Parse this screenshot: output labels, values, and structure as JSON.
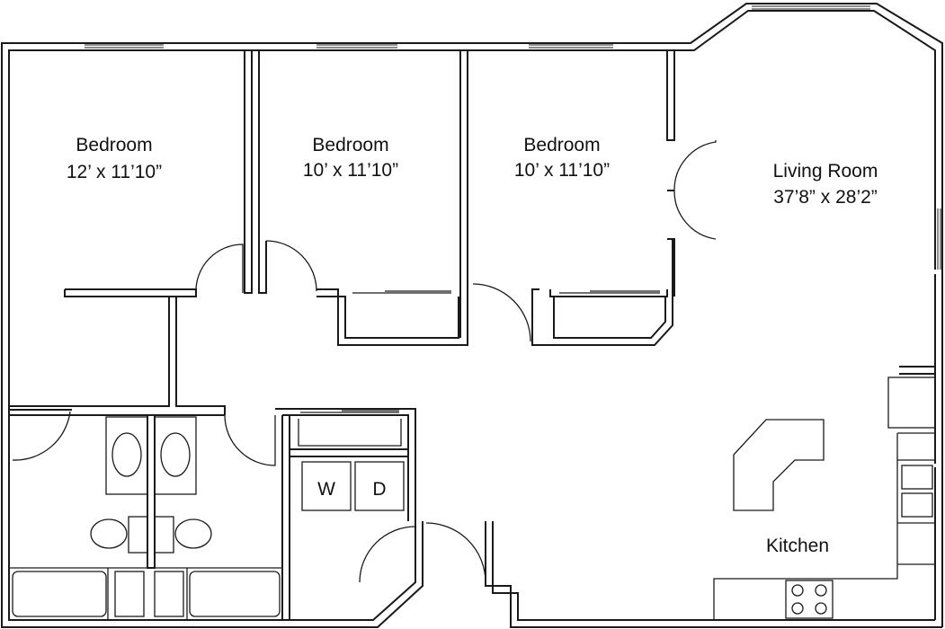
{
  "rooms": {
    "bedroom1": {
      "name": "Bedroom",
      "size": "12’ x 11’10”"
    },
    "bedroom2": {
      "name": "Bedroom",
      "size": "10’ x 11’10”"
    },
    "bedroom3": {
      "name": "Bedroom",
      "size": "10’ x 11’10”"
    },
    "living": {
      "name": "Living Room",
      "size": "37’8” x 28’2”"
    },
    "kitchen": {
      "name": "Kitchen"
    }
  },
  "laundry": {
    "washer": "W",
    "dryer": "D"
  },
  "colors": {
    "line": "#1a1a1a",
    "background": "#ffffff"
  }
}
